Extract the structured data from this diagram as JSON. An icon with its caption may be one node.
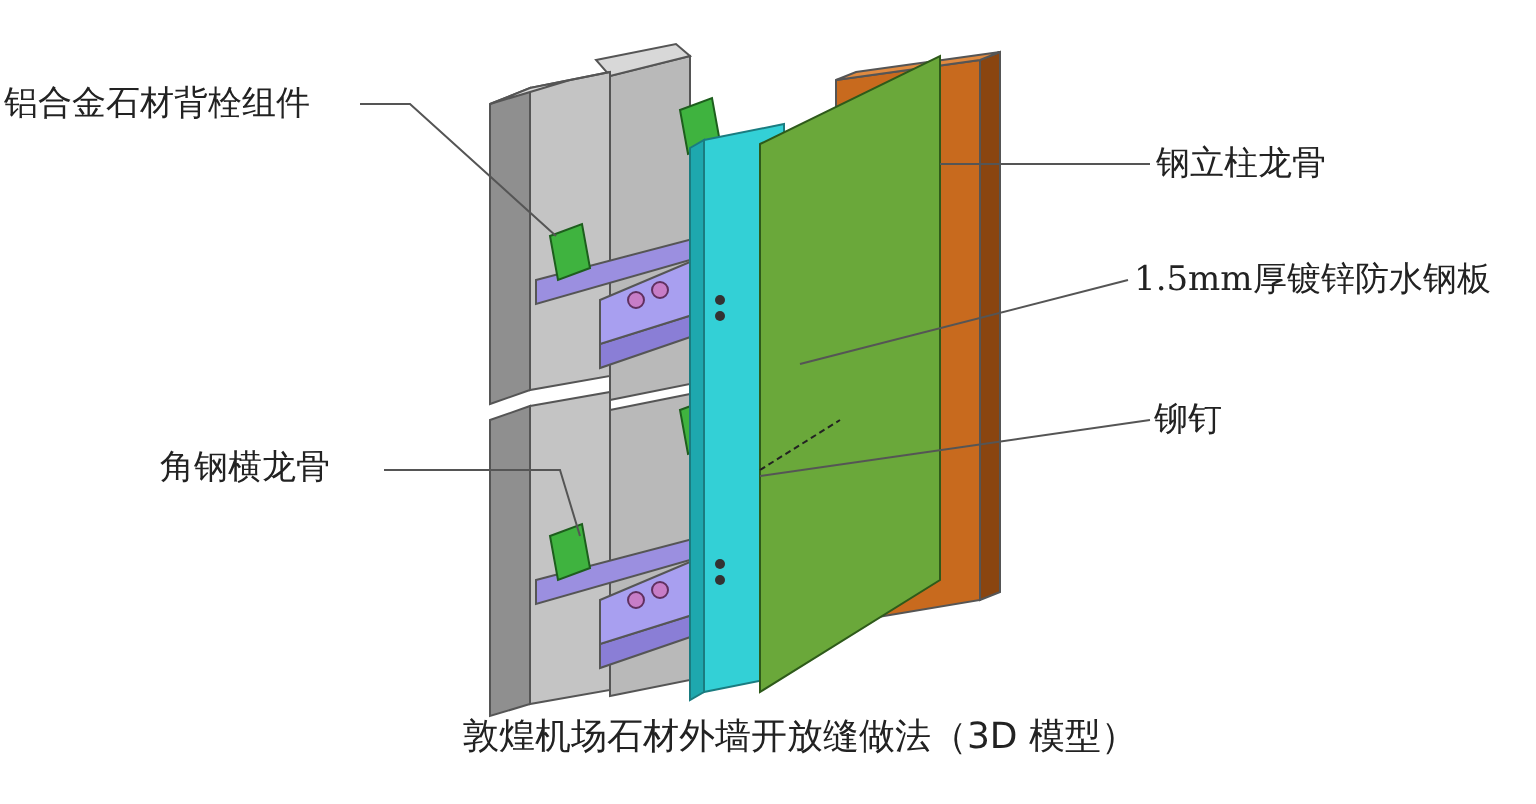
{
  "diagram": {
    "caption": "敦煌机场石材外墙开放缝做法（3D 模型）",
    "nodes": [
      {
        "text": [
          "铝合金石材背栓组件"
        ]
      },
      {
        "text": [
          "钢立柱龙骨"
        ]
      },
      {
        "text": [
          "1.5mm厚镀锌防水钢板"
        ]
      },
      {
        "text": [
          "铆钉"
        ]
      },
      {
        "text": [
          "角钢横龙骨"
        ]
      }
    ],
    "edges": [
      {
        "from": 0,
        "to": null,
        "arrow": "none"
      },
      {
        "from": 1,
        "to": null,
        "arrow": "none"
      },
      {
        "from": 2,
        "to": null,
        "arrow": "none"
      },
      {
        "from": 3,
        "to": null,
        "arrow": "none"
      },
      {
        "from": 4,
        "to": null,
        "arrow": "none"
      }
    ]
  }
}
